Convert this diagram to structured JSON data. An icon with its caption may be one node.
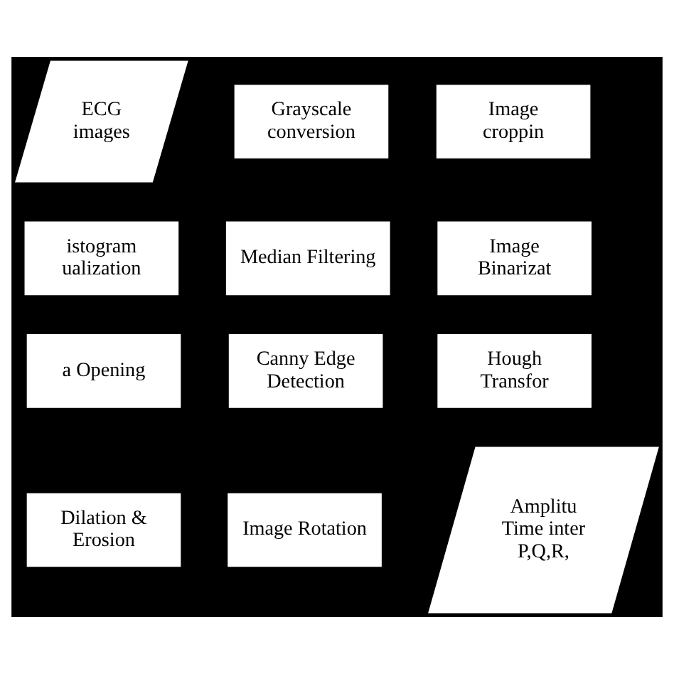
{
  "diagram": {
    "nodes": [
      {
        "text": [
          "ECG images"
        ]
      },
      {
        "text": [
          "Grayscale conversion"
        ]
      },
      {
        "text": [
          "Image croppin"
        ]
      },
      {
        "text": [
          "istogram ualization"
        ]
      },
      {
        "text": [
          "Median Filtering"
        ]
      },
      {
        "text": [
          "Image Binarizat"
        ]
      },
      {
        "text": [
          "a Opening"
        ]
      },
      {
        "text": [
          "Canny Edge Detection"
        ]
      },
      {
        "text": [
          "Hough Transfor"
        ]
      },
      {
        "text": [
          "Dilation & Erosion"
        ]
      },
      {
        "text": [
          "Image Rotation"
        ]
      },
      {
        "text": [
          "Amplitu Time inter P,Q,R,"
        ]
      }
    ]
  }
}
